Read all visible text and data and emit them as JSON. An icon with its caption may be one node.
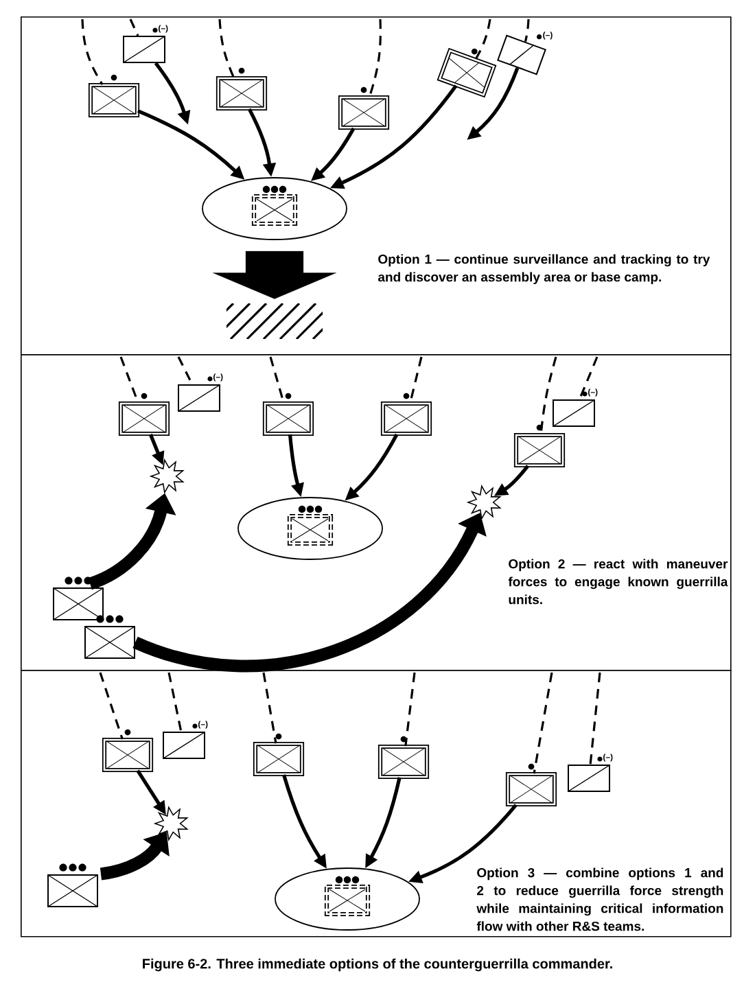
{
  "diagram": {
    "caption": "Figure 6-2. Three immediate options of the counterguerrilla commander.",
    "nodes": [
      {
        "text": [
          "Option 1 — continue surveillance and tracking to try and discover an assembly area or base camp."
        ]
      },
      {
        "text": [],
        "shape": "box",
        "in": 0
      },
      {
        "text": [],
        "shape": "box",
        "in": 0,
        "beside": [
          "(–)"
        ]
      },
      {
        "text": [],
        "shape": "box",
        "in": 0
      },
      {
        "text": [],
        "shape": "box",
        "in": 0
      },
      {
        "text": [],
        "shape": "box",
        "in": 0
      },
      {
        "text": [],
        "shape": "box",
        "in": 0,
        "beside": [
          "(–)"
        ]
      },
      {
        "text": [],
        "shape": "ellipse",
        "in": 0
      },
      {
        "text": [],
        "shape": "hatching",
        "in": 0
      },
      {
        "text": [
          "Option 2 — react with maneuver forces to engage known guerrilla units."
        ]
      },
      {
        "text": [],
        "shape": "box",
        "in": 9
      },
      {
        "text": [],
        "shape": "box",
        "in": 9,
        "beside": [
          "(–)"
        ]
      },
      {
        "text": [],
        "shape": "box",
        "in": 9
      },
      {
        "text": [],
        "shape": "box",
        "in": 9
      },
      {
        "text": [],
        "shape": "box",
        "in": 9
      },
      {
        "text": [],
        "shape": "box",
        "in": 9,
        "beside": [
          "(–)"
        ]
      },
      {
        "text": [],
        "shape": "star",
        "in": 9
      },
      {
        "text": [],
        "shape": "ellipse",
        "in": 9
      },
      {
        "text": [],
        "shape": "star",
        "in": 9
      },
      {
        "text": [],
        "shape": "box",
        "in": 9
      },
      {
        "text": [],
        "shape": "box",
        "in": 9
      },
      {
        "text": [
          "Option 3 — combine options 1 and 2 to reduce guerrilla force strength while maintaining critical information flow with other R&S teams."
        ]
      },
      {
        "text": [],
        "shape": "box",
        "in": 21
      },
      {
        "text": [],
        "shape": "box",
        "in": 21,
        "beside": [
          "(–)"
        ]
      },
      {
        "text": [],
        "shape": "box",
        "in": 21
      },
      {
        "text": [],
        "shape": "box",
        "in": 21
      },
      {
        "text": [],
        "shape": "box",
        "in": 21
      },
      {
        "text": [],
        "shape": "box",
        "in": 21,
        "beside": [
          "(–)"
        ]
      },
      {
        "text": [],
        "shape": "star",
        "in": 21
      },
      {
        "text": [],
        "shape": "ellipse",
        "in": 21
      },
      {
        "text": [],
        "shape": "box",
        "in": 21
      }
    ],
    "edges": [
      {
        "from": null,
        "to": 1,
        "arrow": "none",
        "style": "dashed"
      },
      {
        "from": null,
        "to": 2,
        "arrow": "none",
        "style": "dashed"
      },
      {
        "from": null,
        "to": 3,
        "arrow": "none",
        "style": "dashed"
      },
      {
        "from": null,
        "to": 4,
        "arrow": "none",
        "style": "dashed"
      },
      {
        "from": null,
        "to": 5,
        "arrow": "none",
        "style": "dashed"
      },
      {
        "from": null,
        "to": 6,
        "arrow": "none",
        "style": "dashed"
      },
      {
        "from": 1,
        "to": 7,
        "arrow": "to"
      },
      {
        "from": 2,
        "to": null,
        "arrow": "to"
      },
      {
        "from": 3,
        "to": 7,
        "arrow": "to"
      },
      {
        "from": 4,
        "to": 7,
        "arrow": "to"
      },
      {
        "from": 5,
        "to": 7,
        "arrow": "to"
      },
      {
        "from": 6,
        "to": null,
        "arrow": "to"
      },
      {
        "from": 7,
        "to": 8,
        "arrow": "to",
        "style": "thick"
      },
      {
        "from": null,
        "to": 10,
        "arrow": "none",
        "style": "dashed"
      },
      {
        "from": null,
        "to": 11,
        "arrow": "none",
        "style": "dashed"
      },
      {
        "from": null,
        "to": 12,
        "arrow": "none",
        "style": "dashed"
      },
      {
        "from": null,
        "to": 13,
        "arrow": "none",
        "style": "dashed"
      },
      {
        "from": null,
        "to": 14,
        "arrow": "none",
        "style": "dashed"
      },
      {
        "from": null,
        "to": 15,
        "arrow": "none",
        "style": "dashed"
      },
      {
        "from": 10,
        "to": 16,
        "arrow": "to"
      },
      {
        "from": 12,
        "to": 17,
        "arrow": "to"
      },
      {
        "from": 13,
        "to": 17,
        "arrow": "to"
      },
      {
        "from": 14,
        "to": 18,
        "arrow": "to"
      },
      {
        "from": 19,
        "to": 16,
        "arrow": "to",
        "style": "thick"
      },
      {
        "from": 20,
        "to": 18,
        "arrow": "to",
        "style": "thick"
      },
      {
        "from": null,
        "to": 22,
        "arrow": "none",
        "style": "dashed"
      },
      {
        "from": null,
        "to": 23,
        "arrow": "none",
        "style": "dashed"
      },
      {
        "from": null,
        "to": 24,
        "arrow": "none",
        "style": "dashed"
      },
      {
        "from": null,
        "to": 25,
        "arrow": "none",
        "style": "dashed"
      },
      {
        "from": null,
        "to": 26,
        "arrow": "none",
        "style": "dashed"
      },
      {
        "from": null,
        "to": 27,
        "arrow": "none",
        "style": "dashed"
      },
      {
        "from": 22,
        "to": 28,
        "arrow": "to"
      },
      {
        "from": 30,
        "to": 28,
        "arrow": "to",
        "style": "thick"
      },
      {
        "from": 24,
        "to": 29,
        "arrow": "to"
      },
      {
        "from": 25,
        "to": 29,
        "arrow": "to"
      },
      {
        "from": 26,
        "to": 29,
        "arrow": "to"
      }
    ]
  }
}
